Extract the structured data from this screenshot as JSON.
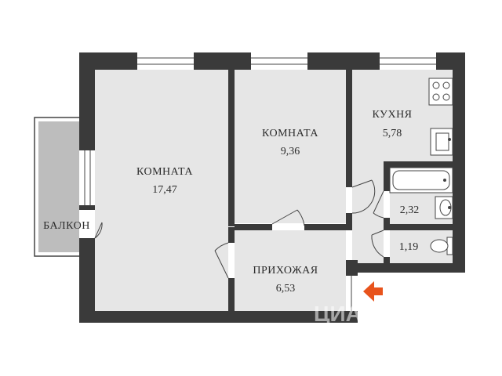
{
  "rooms": [
    {
      "id": "living",
      "label": "КОМНАТА",
      "area": "17,47"
    },
    {
      "id": "bedroom",
      "label": "КОМНАТА",
      "area": "9,36"
    },
    {
      "id": "kitchen",
      "label": "КУХНЯ",
      "area": "5,78"
    },
    {
      "id": "hall",
      "label": "ПРИХОЖАЯ",
      "area": "6,53"
    },
    {
      "id": "bathroom",
      "label": "",
      "area": "2,32"
    },
    {
      "id": "toilet",
      "label": "",
      "area": "1,19"
    }
  ],
  "balcony": {
    "label": "БАЛКОН"
  },
  "entrance": {
    "arrow_color": "#e8531c"
  },
  "colors": {
    "wall": "#3a3a3a",
    "floor": "#e6e6e6",
    "balcony": "#bdbdbd",
    "background": "#ffffff"
  },
  "watermark": {
    "text": "ЦИАН"
  }
}
